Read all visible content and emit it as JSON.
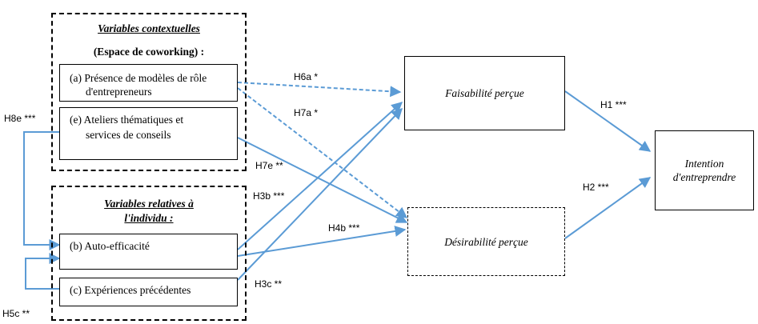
{
  "groups": {
    "contextual": {
      "title": "Variables contextuelles",
      "subtitle": "(Espace de coworking) :"
    },
    "individual": {
      "title_line1": "Variables relatives à",
      "title_line2": "l'individu :"
    }
  },
  "nodes": {
    "a": {
      "line1": "(a)  Présence de modèles de rôle",
      "line2": "d'entrepreneurs"
    },
    "e": {
      "line1": "(e) Ateliers thématiques et",
      "line2": "services de conseils"
    },
    "b": {
      "label": "(b) Auto-efficacité"
    },
    "c": {
      "label": "(c) Expériences précédentes"
    },
    "faisabilite": {
      "label": "Faisabilité perçue"
    },
    "desirabilite": {
      "label": "Désirabilité perçue"
    },
    "intention": {
      "line1": "Intention",
      "line2": "d'entreprendre"
    }
  },
  "hypotheses": {
    "h6a": "H6a *",
    "h7a": "H7a *",
    "h7e": "H7e **",
    "h3b": "H3b ***",
    "h4b": "H4b ***",
    "h3c": "H3c **",
    "h1": "H1 ***",
    "h2": "H2 ***",
    "h8e": "H8e ***",
    "h5c": "H5c **"
  },
  "colors": {
    "arrow": "#5b9bd5",
    "border": "#000000"
  }
}
